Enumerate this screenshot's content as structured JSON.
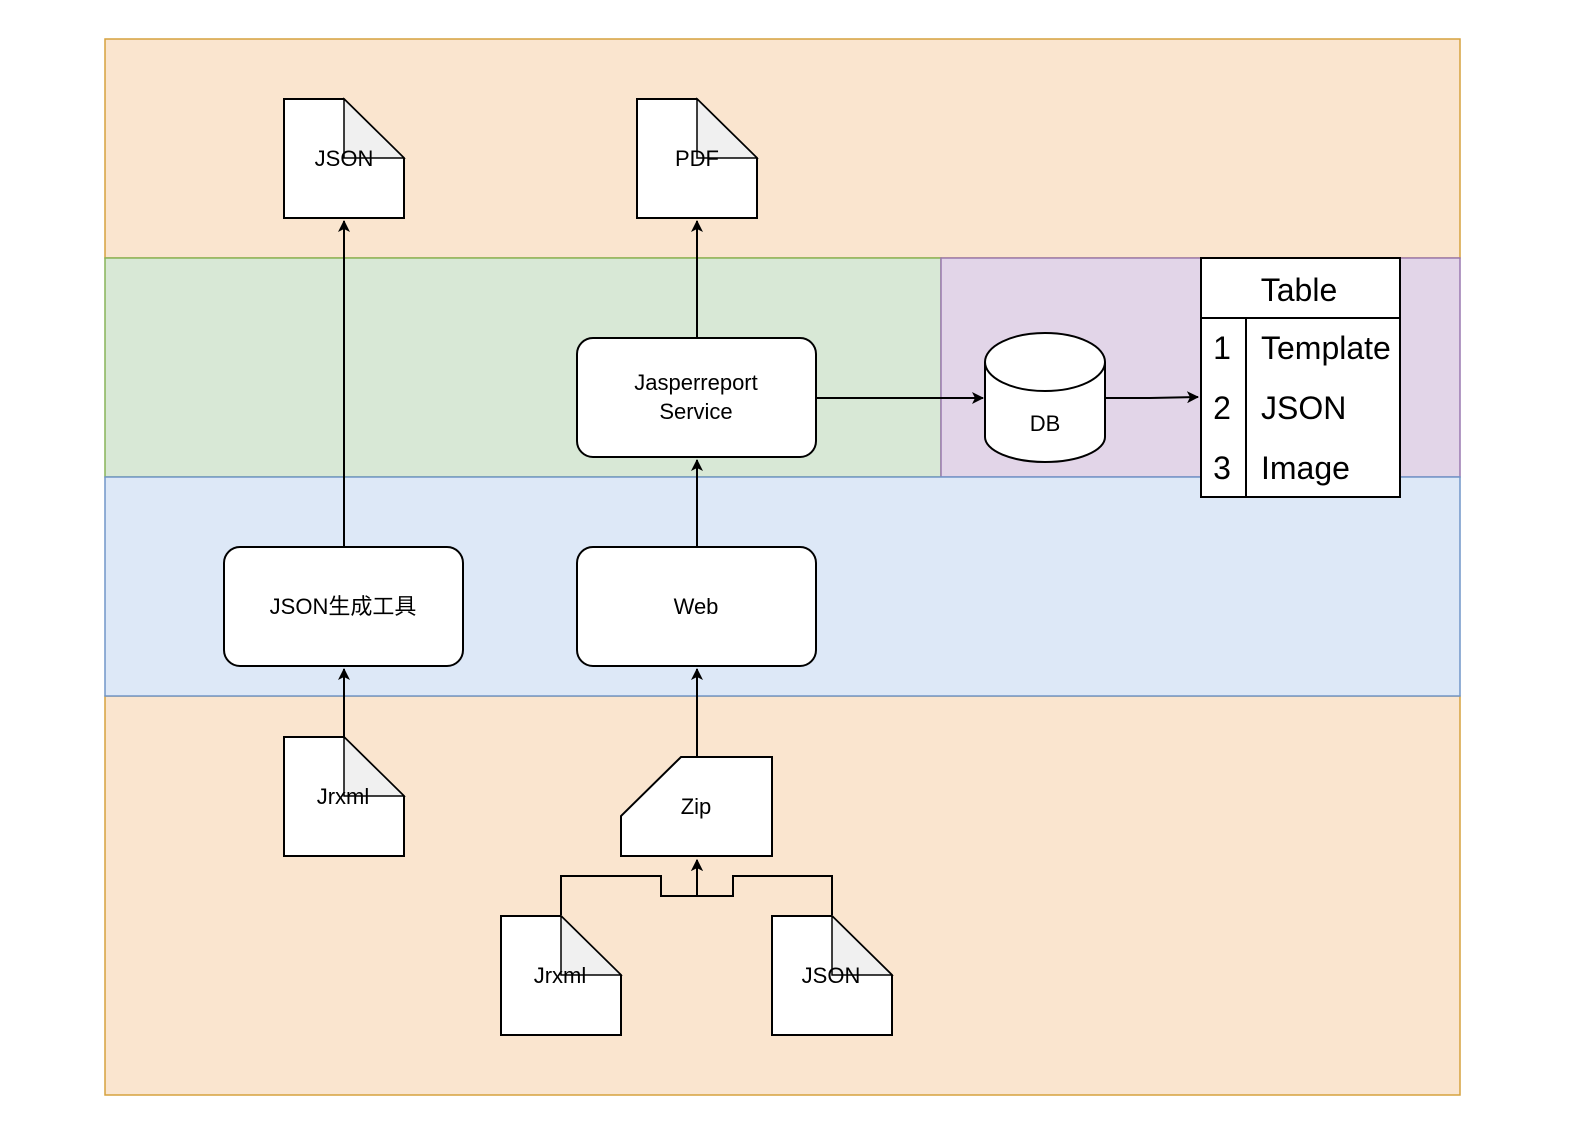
{
  "colors": {
    "peach_fill": "#fae5cf",
    "peach_stroke": "#d6a23e",
    "green_fill": "#d8e8d6",
    "green_stroke": "#87b458",
    "purple_fill": "#e2d5e8",
    "purple_stroke": "#9a79b0",
    "blue_fill": "#dde8f7",
    "blue_stroke": "#7196c8",
    "node_fill": "#ffffff",
    "fold_fill": "#f0f0f0",
    "line": "#000000"
  },
  "nodes": {
    "json_top": "JSON",
    "pdf_top": "PDF",
    "jasper_service": [
      "Jasperreport",
      "Service"
    ],
    "db": "DB",
    "json_tool": "JSON生成工具",
    "web": "Web",
    "jrxml_left": "Jrxml",
    "zip": "Zip",
    "jrxml_bottom": "Jrxml",
    "json_bottom": "JSON"
  },
  "table": {
    "title": "Table",
    "rows": [
      {
        "num": "1",
        "label": "Template"
      },
      {
        "num": "2",
        "label": "JSON"
      },
      {
        "num": "3",
        "label": "Image"
      }
    ]
  }
}
